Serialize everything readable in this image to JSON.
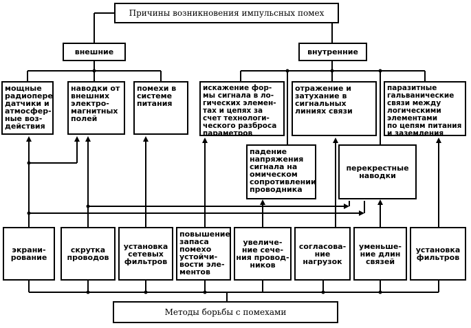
{
  "title": "Причины возникновения импульсных помех",
  "groups": {
    "external": "внешние",
    "internal": "внутренние"
  },
  "causes": [
    "мощные\nрадиопере-\nдатчики и\nатмосфер-\nные воз-\nдействия",
    "наводки от\nвнешних\nэлектро-\nмагнитных\nполей",
    "помехи в\nсистеме\nпитания",
    "искажение фор-\nмы сигнала в ло-\nгических элемен-\nтах и цепях за\nсчет технологи-\nческого разброса\nпараметров",
    "отражение и\nзатухание в\nсигнальных\nлиниях связи",
    "паразитные\nгальванические\nсвязи между\nлогическими\nэлементами\nпо цепям питания\nи заземления",
    "падение\nнапряжения\nсигнала на\nомическом\nсопротивлении\nпроводника",
    "перекрестные\nнаводки"
  ],
  "methods": [
    "экрани-\nрование",
    "скрутка\nпроводов",
    "установка\nсетевых\nфильтров",
    "повышение\nзапаса\nпомехо\nустойчи-\nвости эле-\nментов",
    "увеличе-\nние сече-\nния провод-\nников",
    "согласова-\nние\nнагрузок",
    "уменьше-\nние длин\nсвязей",
    "установка\nфильтров"
  ],
  "footer": "Методы борьбы с помехами"
}
